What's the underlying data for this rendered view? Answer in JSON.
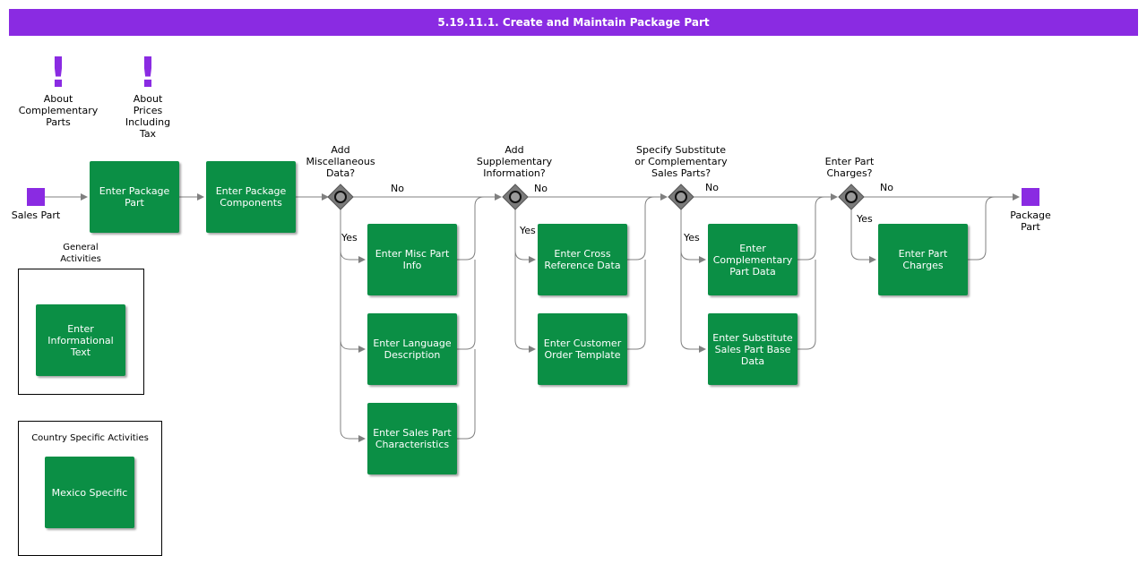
{
  "title": "5.19.11.1. Create and Maintain Package Part",
  "colors": {
    "header": "#8a2be2",
    "task": "#0b8f45",
    "event": "#8a2be2",
    "gateway": "#7a7a7a",
    "line": "#808080"
  },
  "notes": [
    {
      "icon": "exclamation-icon",
      "label": "About\nComplementary\nParts"
    },
    {
      "icon": "exclamation-icon",
      "label": "About\nPrices\nIncluding\nTax"
    }
  ],
  "events": {
    "start": "Sales Part",
    "end": "Package\nPart"
  },
  "tasks": {
    "enter_package_part": "Enter Package Part",
    "enter_package_components": "Enter Package Components",
    "enter_misc_part_info": "Enter Misc Part Info",
    "enter_language_description": "Enter Language Description",
    "enter_sales_part_characteristics": "Enter Sales Part Characteristics",
    "enter_cross_reference_data": "Enter Cross Reference Data",
    "enter_customer_order_template": "Enter Customer Order Template",
    "enter_complementary_part_data": "Enter Complementary Part Data",
    "enter_substitute_sales_part_base_data": "Enter Substitute Sales Part Base Data",
    "enter_part_charges": "Enter Part Charges",
    "enter_informational_text": "Enter Informational Text",
    "mexico_specific": "Mexico Specific"
  },
  "gateways": {
    "g1": "Add\nMiscellaneous\nData?",
    "g2": "Add\nSupplementary\nInformation?",
    "g3": "Specify Substitute\nor Complementary\nSales Parts?",
    "g4": "Enter Part\nCharges?"
  },
  "edge_labels": {
    "yes": "Yes",
    "no": "No"
  },
  "groups": {
    "general": "General\nActivities",
    "country": "Country Specific Activities"
  }
}
